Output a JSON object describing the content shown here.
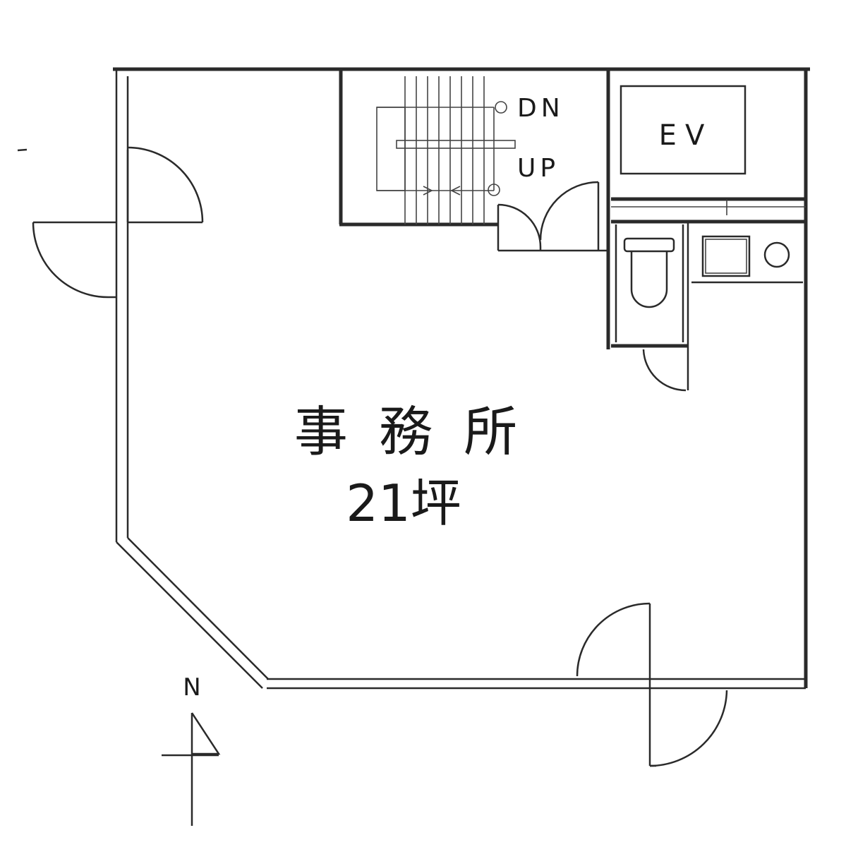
{
  "floor_plan": {
    "room_name": "事 務 所",
    "room_area": "21坪",
    "elevator_label": "EV",
    "stair_down_label": "DN",
    "stair_up_label": "UP",
    "north_label": "N"
  }
}
